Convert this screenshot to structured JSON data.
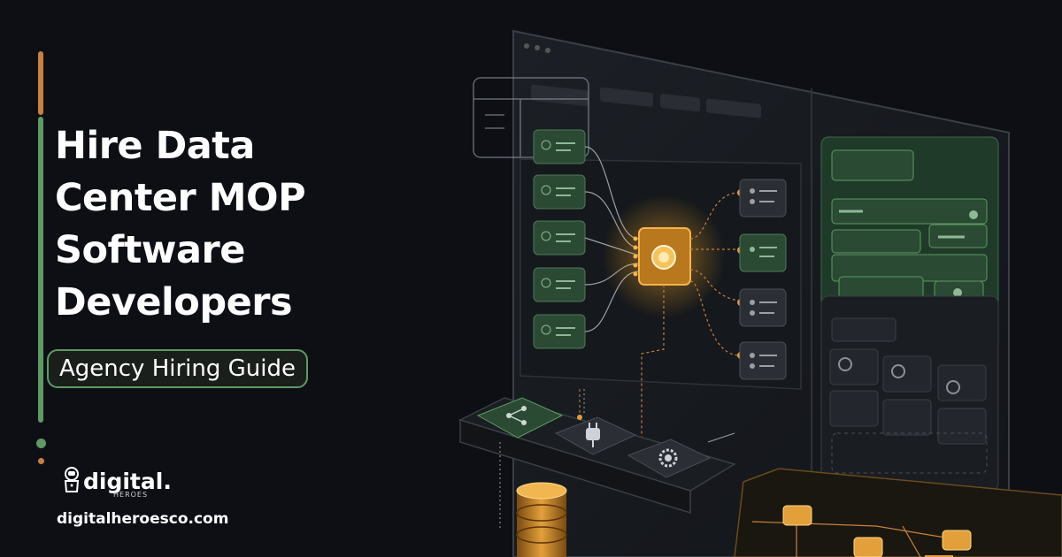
{
  "headline": {
    "lines": [
      "Hire Data",
      "Center MOP",
      "Software",
      "Developers"
    ]
  },
  "badge": {
    "label": "Agency Hiring Guide"
  },
  "brand": {
    "logo_word": "digital.",
    "logo_sub": "HEROES",
    "url": "digitalheroesco.com"
  },
  "colors": {
    "background": "#0d0f15",
    "accent_orange": "#c9813f",
    "accent_green": "#5e9a63",
    "chip_glow": "#f5a623"
  },
  "icons": [
    "share-nodes-icon",
    "plug-icon",
    "gear-icon",
    "database-icon",
    "astronaut-logo-icon"
  ]
}
